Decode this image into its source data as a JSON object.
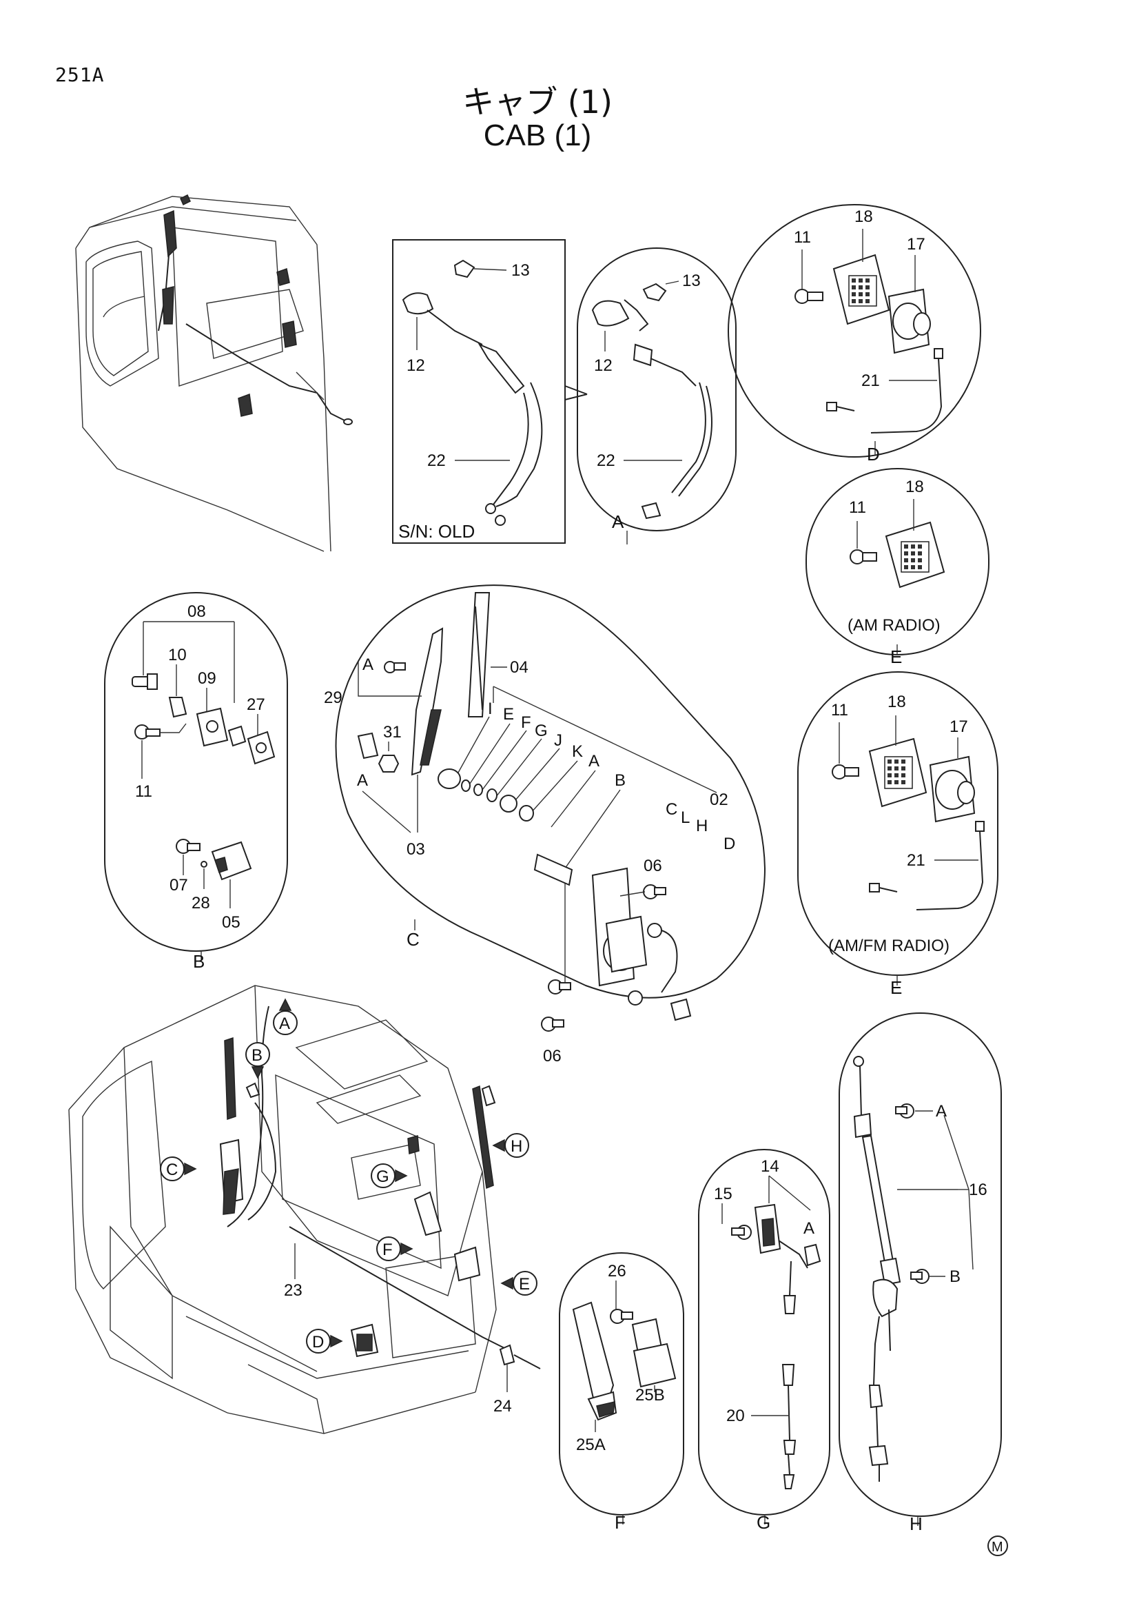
{
  "page_number": "251A",
  "title_jp": "キャブ (1)",
  "title_en": "CAB (1)",
  "mark": "M",
  "panel_A": {
    "boxed_note": "S/N: OLD",
    "parts": [
      "13",
      "12",
      "22",
      "13",
      "12",
      "22"
    ],
    "view_label": "A"
  },
  "panel_D": {
    "parts": [
      "11",
      "18",
      "17",
      "21"
    ],
    "view_label": "D"
  },
  "panel_E_am": {
    "parts": [
      "11",
      "18"
    ],
    "caption": "(AM RADIO)",
    "view_label": "E"
  },
  "panel_E_amfm": {
    "parts": [
      "11",
      "18",
      "17",
      "21"
    ],
    "caption": "(AM/FM RADIO)",
    "view_label": "E"
  },
  "panel_B": {
    "parts": [
      "08",
      "10",
      "09",
      "27",
      "11",
      "07",
      "28",
      "05"
    ],
    "view_label": "B"
  },
  "panel_C": {
    "parts": [
      "A",
      "29",
      "31",
      "A",
      "03",
      "04",
      "I",
      "E",
      "F",
      "G",
      "J",
      "K",
      "A",
      "B",
      "C",
      "L",
      "H",
      "02",
      "D",
      "06",
      "06"
    ],
    "view_label": "C"
  },
  "main_view": {
    "callouts": [
      "A",
      "B",
      "C",
      "D",
      "E",
      "F",
      "G",
      "H"
    ],
    "parts": [
      "23",
      "24"
    ]
  },
  "panel_F": {
    "parts": [
      "26",
      "25A",
      "25B"
    ],
    "view_label": "F"
  },
  "panel_G": {
    "parts": [
      "14",
      "15",
      "A",
      "20"
    ],
    "view_label": "G"
  },
  "panel_H": {
    "parts": [
      "A",
      "16",
      "B"
    ],
    "view_label": "H"
  }
}
